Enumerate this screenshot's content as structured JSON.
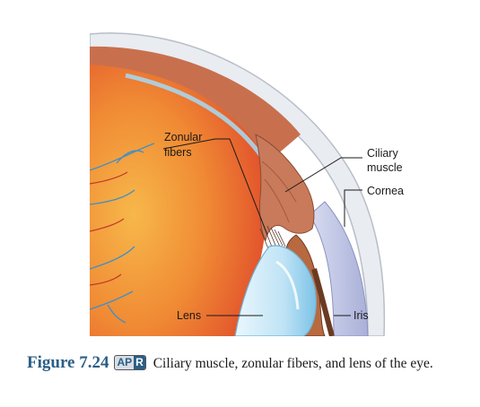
{
  "labels": {
    "zonular_line1": "Zonular",
    "zonular_line2": "fibers",
    "ciliary_line1": "Ciliary",
    "ciliary_line2": "muscle",
    "cornea": "Cornea",
    "lens": "Lens",
    "iris": "Iris"
  },
  "caption": {
    "figure_number": "Figure 7.24",
    "badge_left": "AP",
    "badge_right": "R",
    "text": "Ciliary muscle, zonular fibers, and lens of the eye."
  },
  "colors": {
    "retina_inner": "#f2a23a",
    "retina_outer": "#e2572e",
    "lens": "#bfe3f5",
    "cornea": "#b9c0e0",
    "ciliary_muscle": "#c87a5a",
    "caption_accent": "#2a5f86"
  }
}
